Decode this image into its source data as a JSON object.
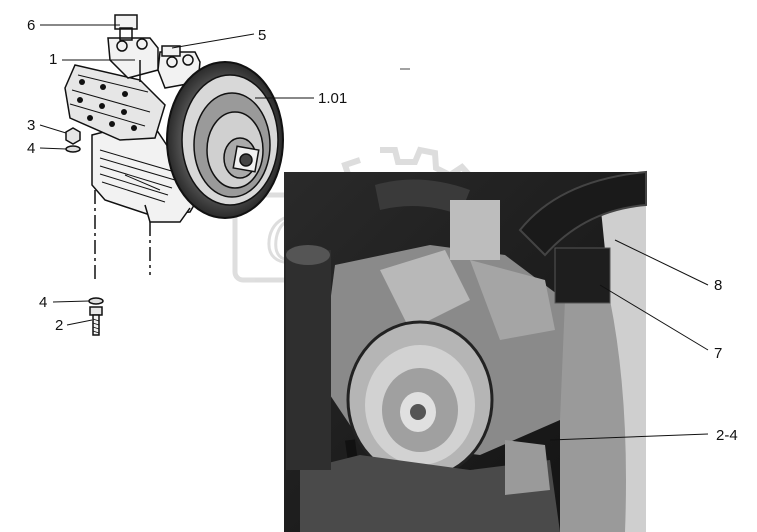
{
  "callouts": {
    "c6": "6",
    "c5": "5",
    "c1": "1",
    "c101": "1.01",
    "c3": "3",
    "c4a": "4",
    "c4b": "4",
    "c2": "2",
    "c8": "8",
    "c7": "7",
    "c24": "2-4"
  }
}
